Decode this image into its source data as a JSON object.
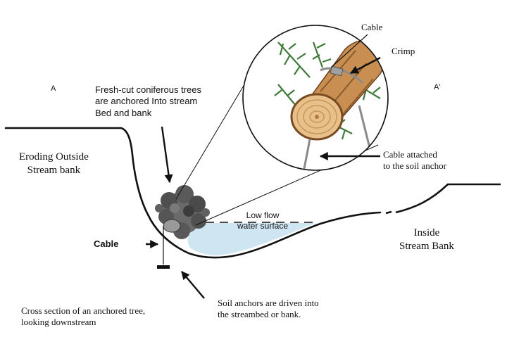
{
  "labels": {
    "section_start": "A",
    "section_end": "A'",
    "trees_note": [
      "Fresh-cut coniferous trees",
      "are anchored Into stream",
      "Bed and bank"
    ],
    "eroding_bank": [
      "Eroding Outside",
      "Stream bank"
    ],
    "inside_bank": [
      "Inside",
      "Stream Bank"
    ],
    "cable_left": "Cable",
    "cable_top": "Cable",
    "crimp": "Crimp",
    "cable_attached": [
      "Cable attached",
      "to the soil anchor"
    ],
    "low_flow": [
      "Low flow",
      "water surface"
    ],
    "soil_anchors": [
      "Soil anchors are driven into",
      "the streambed or bank."
    ],
    "caption": [
      "Cross section of an anchored tree,",
      "looking downstream"
    ]
  },
  "colors": {
    "line": "#111111",
    "water": "#cfe6f2",
    "wood_light": "#d9a66a",
    "wood_dark": "#7a4a22",
    "bark": "#6b3f1c",
    "foliage": "#3f7a3a",
    "tree_cluster": "#555555"
  },
  "icons": [
    "log-icon",
    "foliage-icon",
    "tree-cluster-icon",
    "soil-anchor-icon"
  ]
}
